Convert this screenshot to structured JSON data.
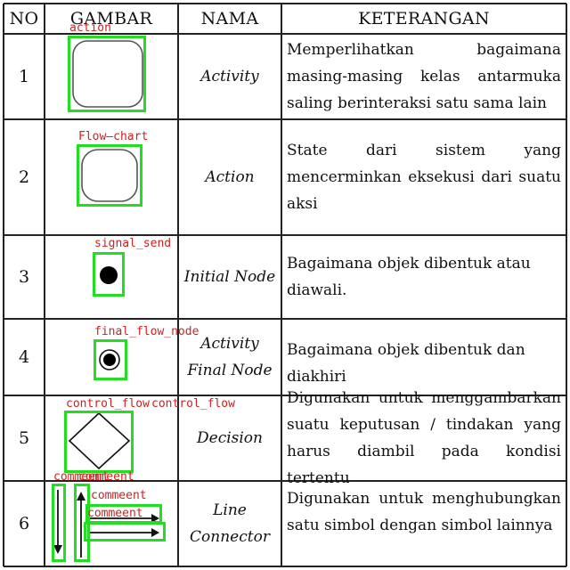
{
  "colors": {
    "grid_line": "#222222",
    "symbol_stroke": "#111111",
    "annotation_box": "#22dd22",
    "annotation_label": "#cc2222"
  },
  "table": {
    "headers": {
      "no": "NO",
      "gambar": "GAMBAR",
      "nama": "NAMA",
      "keterangan": "KETERANGAN"
    },
    "rows": [
      {
        "no": "1",
        "symbol": "rounded-rectangle",
        "nama": "Activity",
        "keterangan": "Memperlihatkan bagaimana masing-masing kelas antarmuka saling berinteraksi satu sama lain"
      },
      {
        "no": "2",
        "symbol": "rounded-rectangle-small",
        "nama": "Action",
        "keterangan": "State dari sistem yang mencerminkan eksekusi dari suatu aksi"
      },
      {
        "no": "3",
        "symbol": "filled-circle",
        "nama": "Initial Node",
        "keterangan": "Bagaimana objek dibentuk atau diawali."
      },
      {
        "no": "4",
        "symbol": "bullseye-circle",
        "nama": "Activity Final Node",
        "keterangan": "Bagaimana objek dibentuk dan diakhiri"
      },
      {
        "no": "5",
        "symbol": "diamond",
        "nama": "Decision",
        "keterangan": "Digunakan untuk menggambarkan suatu keputusan / tindakan yang harus diambil pada kondisi tertentu"
      },
      {
        "no": "6",
        "symbol": "arrows",
        "nama": "Line Connector",
        "keterangan": "Digunakan untuk menghubungkan satu simbol dengan simbol lainnya"
      }
    ]
  },
  "annotations": [
    {
      "label": "action"
    },
    {
      "label": "Flow—chart"
    },
    {
      "label": "signal_send"
    },
    {
      "label": "final_flow_node"
    },
    {
      "label": "control_flow"
    },
    {
      "label": "control_flow"
    },
    {
      "label": "commeent"
    },
    {
      "label": "commeent"
    },
    {
      "label": "commeent"
    },
    {
      "label": "commeent"
    }
  ]
}
